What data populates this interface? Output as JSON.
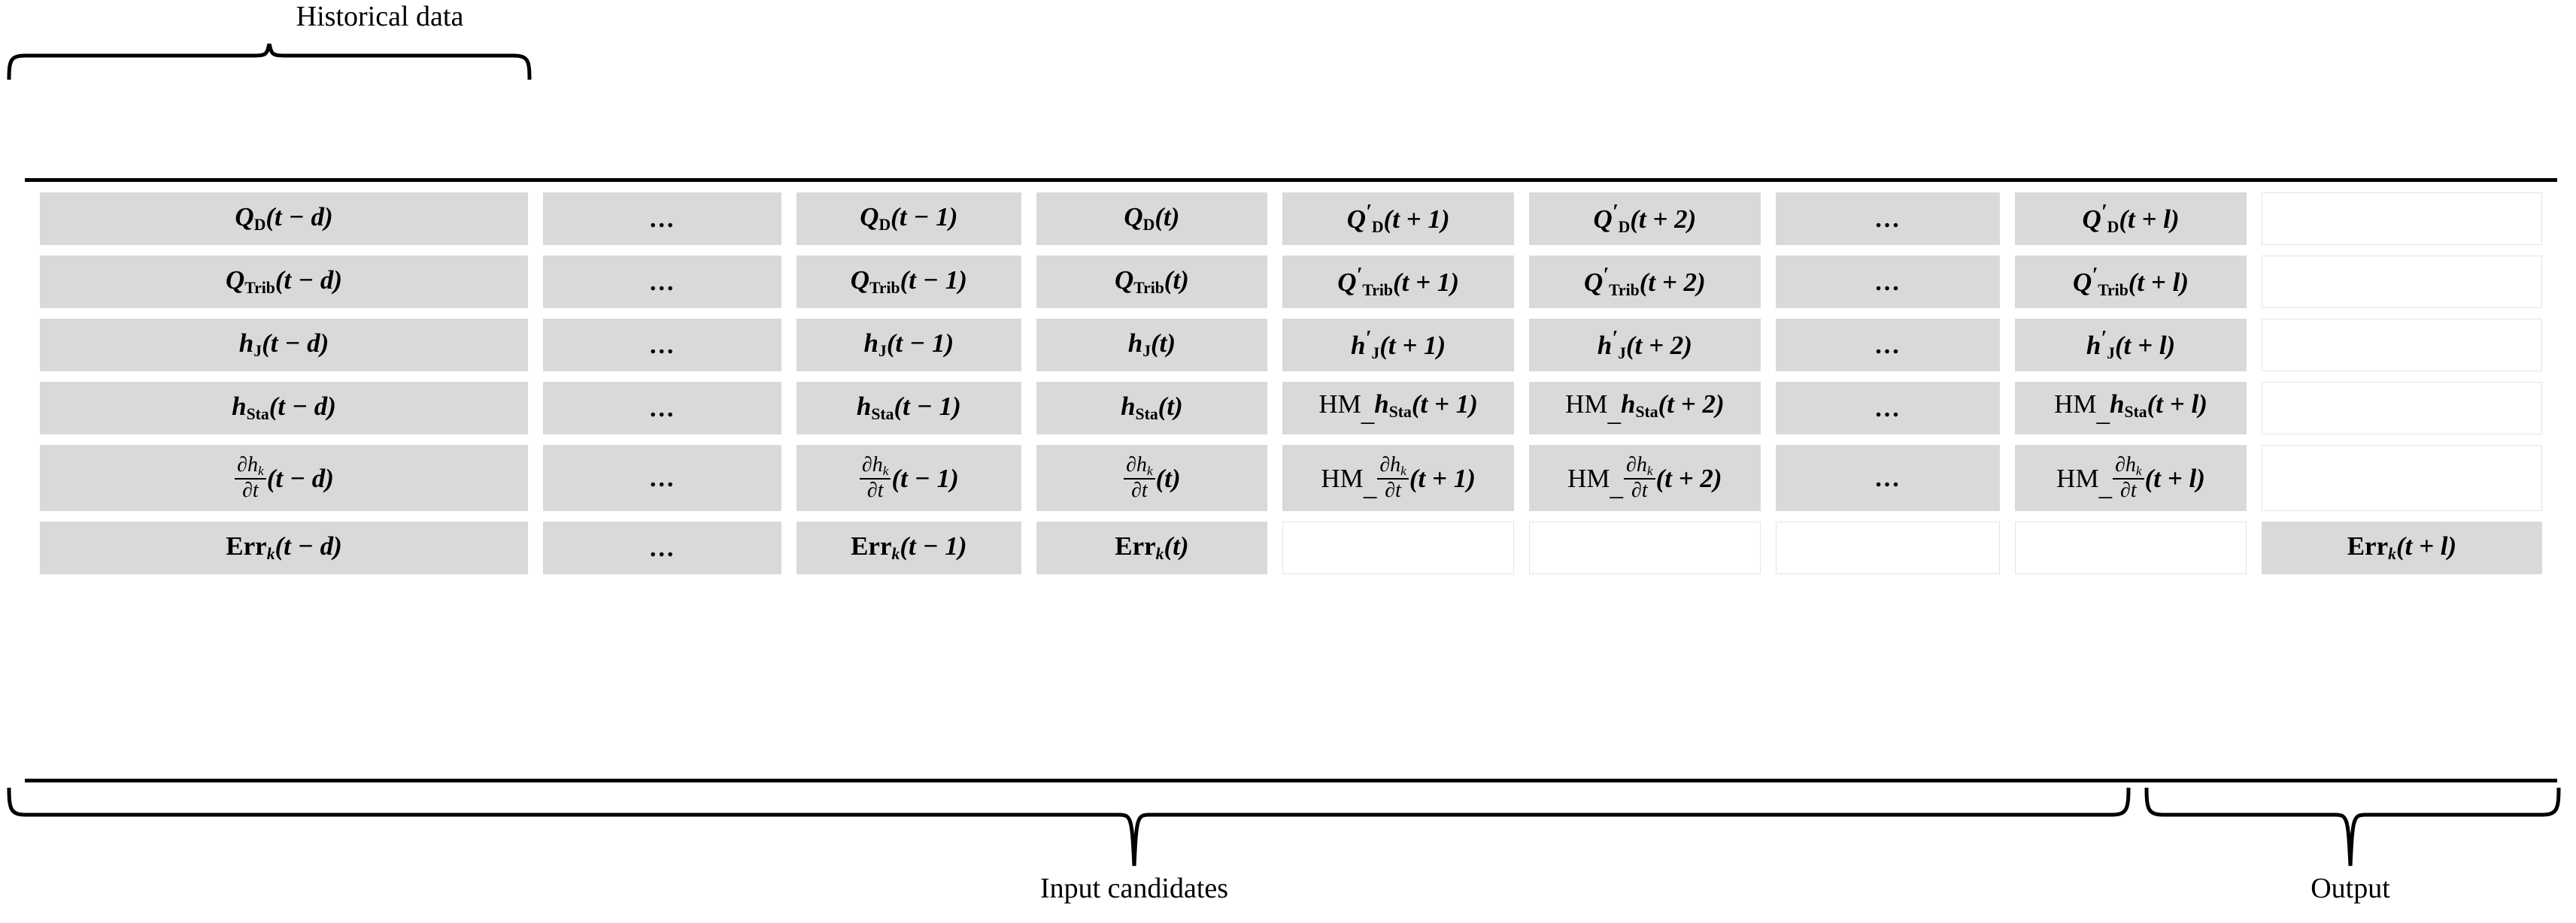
{
  "figure": {
    "labels": {
      "historical": "Historical data",
      "input": "Input candidates",
      "output": "Output"
    },
    "dots": "…",
    "colors": {
      "cell_fill": "#d9d9d9",
      "rule": "#000000",
      "page": "#ffffff"
    }
  },
  "table": {
    "columns": [
      "t-d",
      "ellipsis-left",
      "t-1",
      "t",
      "t+1",
      "t+2",
      "ellipsis-right",
      "t+l",
      "output"
    ],
    "rows": [
      {
        "name": "Q_D",
        "cells": [
          {
            "type": "var",
            "base": "Q",
            "base_style": "bold-italic",
            "sub": "D",
            "sub_style": "roman",
            "prime": false,
            "arg": "(t − d)"
          },
          {
            "type": "dots"
          },
          {
            "type": "var",
            "base": "Q",
            "base_style": "bold-italic",
            "sub": "D",
            "sub_style": "roman",
            "prime": false,
            "arg": "(t − 1)"
          },
          {
            "type": "var",
            "base": "Q",
            "base_style": "bold-italic",
            "sub": "D",
            "sub_style": "roman",
            "prime": false,
            "arg": "(t)"
          },
          {
            "type": "var",
            "base": "Q",
            "base_style": "bold-italic",
            "sub": "D",
            "sub_style": "roman",
            "prime": true,
            "arg": "(t + 1)"
          },
          {
            "type": "var",
            "base": "Q",
            "base_style": "bold-italic",
            "sub": "D",
            "sub_style": "roman",
            "prime": true,
            "arg": "(t + 2)"
          },
          {
            "type": "dots"
          },
          {
            "type": "var",
            "base": "Q",
            "base_style": "bold-italic",
            "sub": "D",
            "sub_style": "roman",
            "prime": true,
            "arg": "(t + l)"
          },
          {
            "type": "blank"
          }
        ]
      },
      {
        "name": "Q_Trib",
        "cells": [
          {
            "type": "var",
            "base": "Q",
            "sub": "Trib",
            "prime": false,
            "arg": "(t − d)"
          },
          {
            "type": "dots"
          },
          {
            "type": "var",
            "base": "Q",
            "sub": "Trib",
            "prime": false,
            "arg": "(t − 1)"
          },
          {
            "type": "var",
            "base": "Q",
            "sub": "Trib",
            "prime": false,
            "arg": "(t)"
          },
          {
            "type": "var",
            "base": "Q",
            "sub": "Trib",
            "prime": true,
            "arg": "(t + 1)"
          },
          {
            "type": "var",
            "base": "Q",
            "sub": "Trib",
            "prime": true,
            "arg": "(t + 2)"
          },
          {
            "type": "dots"
          },
          {
            "type": "var",
            "base": "Q",
            "sub": "Trib",
            "prime": true,
            "arg": "(t + l)"
          },
          {
            "type": "blank"
          }
        ]
      },
      {
        "name": "h_J",
        "cells": [
          {
            "type": "var",
            "base": "h",
            "sub": "J",
            "prime": false,
            "arg": "(t − d)"
          },
          {
            "type": "dots"
          },
          {
            "type": "var",
            "base": "h",
            "sub": "J",
            "prime": false,
            "arg": "(t − 1)"
          },
          {
            "type": "var",
            "base": "h",
            "sub": "J",
            "prime": false,
            "arg": "(t)"
          },
          {
            "type": "var",
            "base": "h",
            "sub": "J",
            "prime": true,
            "arg": "(t + 1)"
          },
          {
            "type": "var",
            "base": "h",
            "sub": "J",
            "prime": true,
            "arg": "(t + 2)"
          },
          {
            "type": "dots"
          },
          {
            "type": "var",
            "base": "h",
            "sub": "J",
            "prime": true,
            "arg": "(t + l)"
          },
          {
            "type": "blank"
          }
        ]
      },
      {
        "name": "h_Sta",
        "cells": [
          {
            "type": "var",
            "base": "h",
            "sub": "Sta",
            "prime": false,
            "arg": "(t − d)"
          },
          {
            "type": "dots"
          },
          {
            "type": "var",
            "base": "h",
            "sub": "Sta",
            "prime": false,
            "arg": "(t − 1)"
          },
          {
            "type": "var",
            "base": "h",
            "sub": "Sta",
            "prime": false,
            "arg": "(t)"
          },
          {
            "type": "var",
            "base": "h",
            "sub": "Sta",
            "prime": false,
            "prefix": "HM_",
            "arg": "(t + 1)"
          },
          {
            "type": "var",
            "base": "h",
            "sub": "Sta",
            "prime": false,
            "prefix": "HM_",
            "arg": "(t + 2)"
          },
          {
            "type": "dots"
          },
          {
            "type": "var",
            "base": "h",
            "sub": "Sta",
            "prime": false,
            "prefix": "HM_",
            "arg": "(t + l)"
          },
          {
            "type": "blank"
          }
        ]
      },
      {
        "name": "dh_k/dt",
        "cells": [
          {
            "type": "frac",
            "num": "∂h",
            "num_sub": "k",
            "den": "∂t",
            "arg": "(t − d)"
          },
          {
            "type": "dots"
          },
          {
            "type": "frac",
            "num": "∂h",
            "num_sub": "k",
            "den": "∂t",
            "arg": "(t − 1)"
          },
          {
            "type": "frac",
            "num": "∂h",
            "num_sub": "k",
            "den": "∂t",
            "arg": "(t)"
          },
          {
            "type": "frac",
            "num": "∂h",
            "num_sub": "k",
            "den": "∂t",
            "prefix": "HM_",
            "arg": "(t + 1)"
          },
          {
            "type": "frac",
            "num": "∂h",
            "num_sub": "k",
            "den": "∂t",
            "prefix": "HM_",
            "arg": "(t + 2)"
          },
          {
            "type": "dots"
          },
          {
            "type": "frac",
            "num": "∂h",
            "num_sub": "k",
            "den": "∂t",
            "prefix": "HM_",
            "arg": "(t + l)"
          },
          {
            "type": "blank"
          }
        ]
      },
      {
        "name": "Err_k",
        "cells": [
          {
            "type": "var",
            "base": "Err",
            "base_style": "roman-bold",
            "sub": "k",
            "sub_style": "italic",
            "prime": false,
            "arg": "(t − d)"
          },
          {
            "type": "dots"
          },
          {
            "type": "var",
            "base": "Err",
            "base_style": "roman-bold",
            "sub": "k",
            "sub_style": "italic",
            "prime": false,
            "arg": "(t − 1)"
          },
          {
            "type": "var",
            "base": "Err",
            "base_style": "roman-bold",
            "sub": "k",
            "sub_style": "italic",
            "prime": false,
            "arg": "(t)"
          },
          {
            "type": "blank"
          },
          {
            "type": "blank"
          },
          {
            "type": "blank"
          },
          {
            "type": "blank"
          },
          {
            "type": "var",
            "base": "Err",
            "base_style": "roman-bold",
            "sub": "k",
            "sub_style": "italic",
            "prime": false,
            "arg": "(t + l)"
          }
        ]
      }
    ]
  }
}
